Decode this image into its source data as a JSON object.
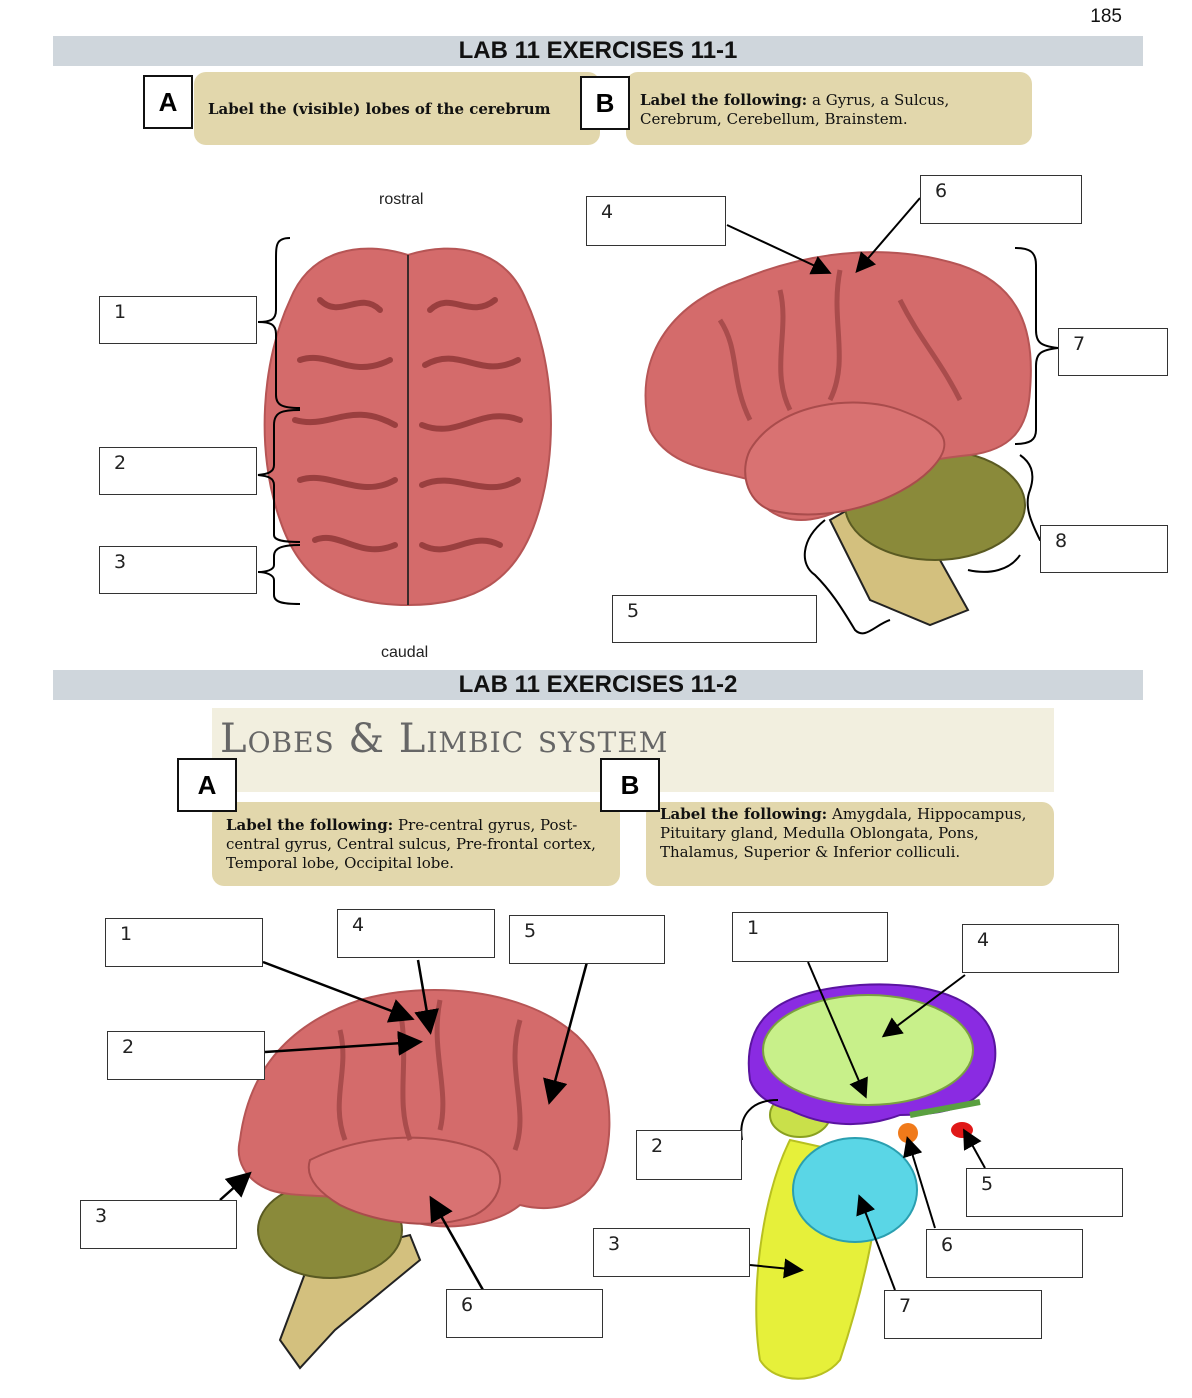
{
  "page_number": "185",
  "section1": {
    "banner": "LAB 11 EXERCISES 11-1",
    "partA": {
      "letter": "A",
      "instruction": "Label the (visible) lobes of the cerebrum"
    },
    "partB": {
      "letter": "B",
      "instruction_bold": "Label the following:",
      "instruction_text": " a Gyrus, a Sulcus, Cerebrum, Cerebellum, Brainstem."
    },
    "rostral": "rostral",
    "caudal": "caudal",
    "labelsA": [
      "1",
      "2",
      "3"
    ],
    "labelsB": [
      "4",
      "5",
      "6",
      "7",
      "8"
    ]
  },
  "section2": {
    "banner": "LAB 11 EXERCISES 11-2",
    "title": "Lobes & Limbic system",
    "partA": {
      "letter": "A",
      "instruction_bold": "Label the following:",
      "instruction_text": " Pre-central gyrus, Post-central gyrus, Central sulcus, Pre-frontal cortex, Temporal lobe, Occipital lobe."
    },
    "partB": {
      "letter": "B",
      "instruction_bold": "Label the following:",
      "instruction_text": " Amygdala, Hippocampus, Pituitary gland, Medulla Oblongata, Pons, Thalamus, Superior & Inferior colliculi."
    },
    "labelsA": [
      "1",
      "2",
      "3",
      "4",
      "5",
      "6"
    ],
    "labelsB": [
      "1",
      "2",
      "3",
      "4",
      "5",
      "6",
      "7"
    ]
  },
  "colors": {
    "brain": "#d46b6b",
    "cerebellum": "#8a8a3a",
    "brainstem": "#d3c07e",
    "banner": "#cfd6dc",
    "tan": "#e2d7ac"
  }
}
